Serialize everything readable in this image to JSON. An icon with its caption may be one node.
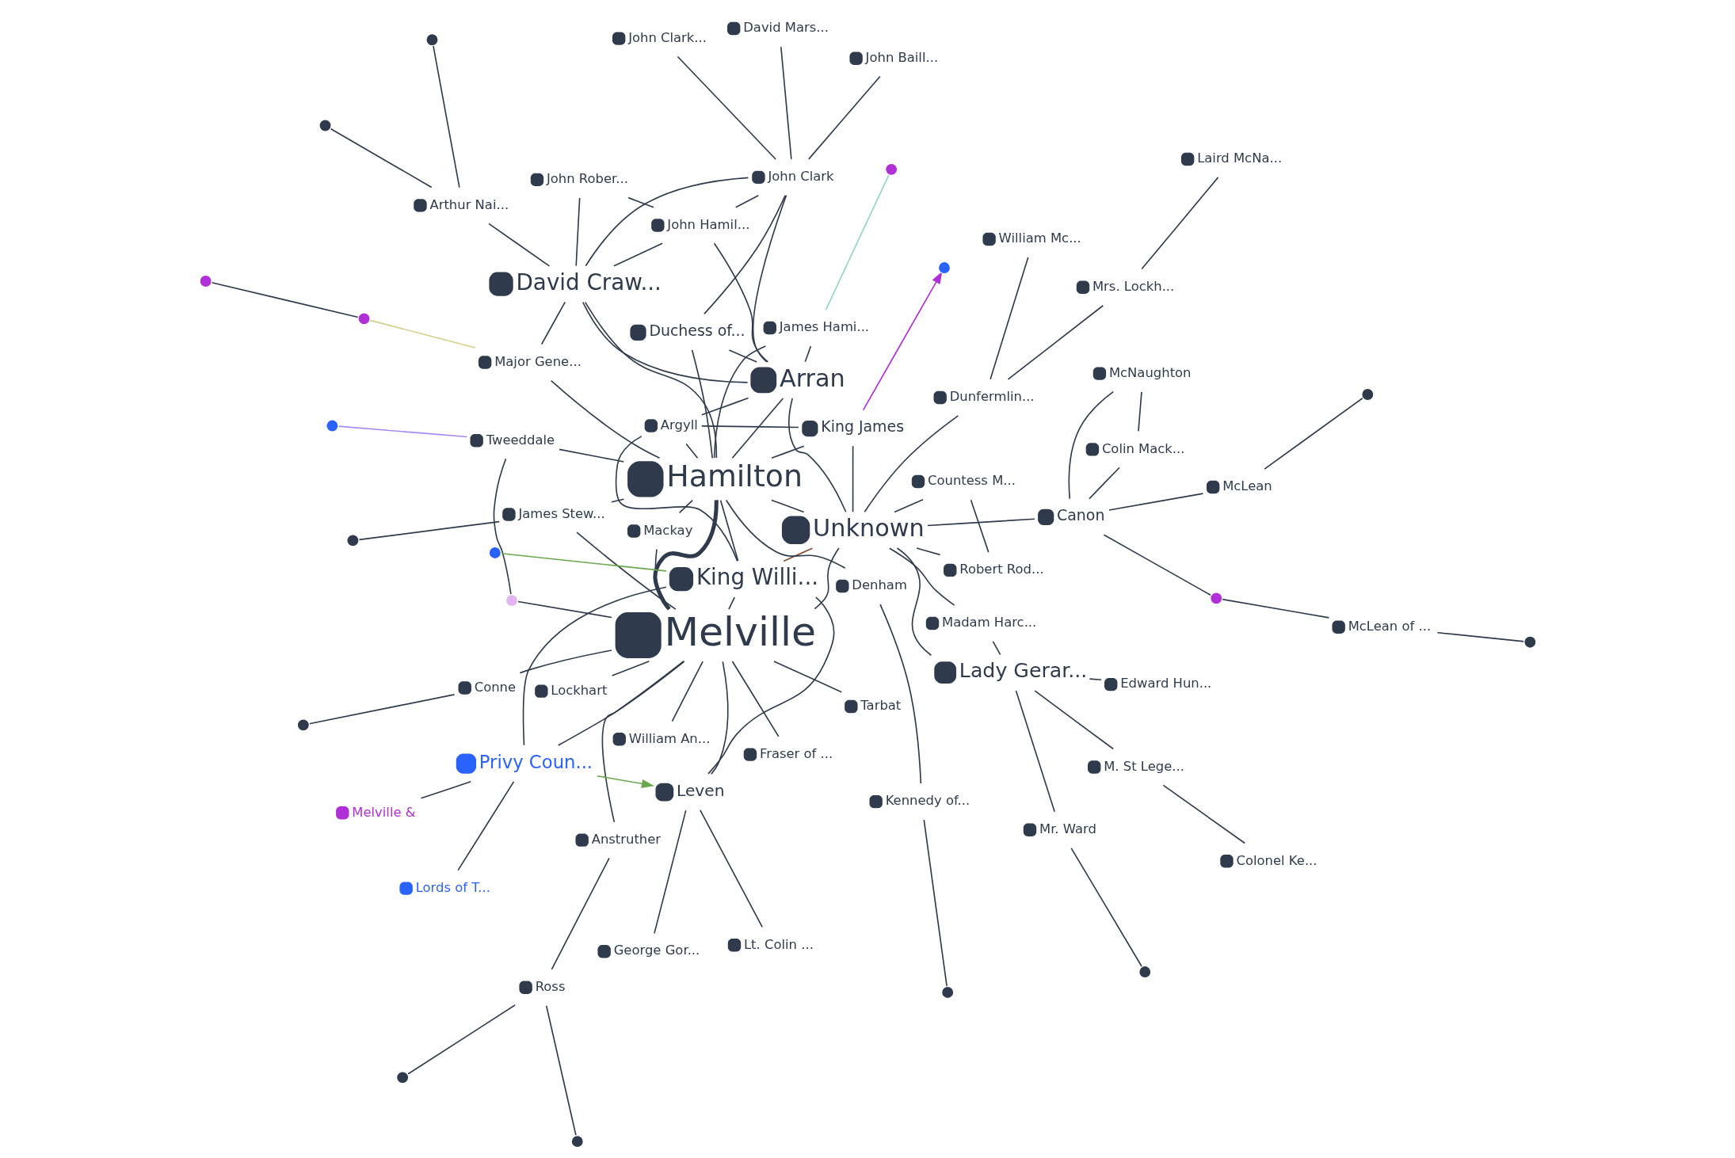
{
  "diagram": {
    "nodes": [
      {
        "text": [
          "Melville"
        ]
      },
      {
        "text": [
          "Hamilton"
        ]
      },
      {
        "text": [
          "Unknown"
        ]
      },
      {
        "text": [
          "King Willi..."
        ]
      },
      {
        "text": [
          "Arran"
        ]
      },
      {
        "text": [
          "David Craw..."
        ]
      },
      {
        "text": [
          "Privy Coun..."
        ]
      },
      {
        "text": [
          "Leven"
        ]
      },
      {
        "text": [
          "Lady Gerar..."
        ]
      },
      {
        "text": [
          "Ross"
        ]
      },
      {
        "text": [
          "Conne"
        ]
      },
      {
        "text": [
          "Anstruther"
        ]
      },
      {
        "text": [
          "Fraser of ..."
        ]
      },
      {
        "text": [
          "Kennedy of..."
        ]
      },
      {
        "text": [
          "Denham"
        ]
      },
      {
        "text": [
          "Tweeddale"
        ]
      },
      {
        "text": [
          "James Stew..."
        ]
      },
      {
        "text": [
          "Arthur Nai..."
        ]
      },
      {
        "text": [
          "Lockhart"
        ]
      },
      {
        "text": [
          "Mackay"
        ]
      },
      {
        "text": [
          "Major Gene..."
        ]
      },
      {
        "text": [
          "William An..."
        ]
      },
      {
        "text": [
          "Tarbat"
        ]
      },
      {
        "text": [
          "John Rober..."
        ]
      },
      {
        "text": [
          "Melville &"
        ]
      },
      {
        "text": [
          "Lords of T..."
        ]
      },
      {
        "text": [
          "John Hamil..."
        ]
      },
      {
        "text": [
          "Argyll"
        ]
      },
      {
        "text": [
          "James Hami..."
        ]
      },
      {
        "text": [
          "John Baill..."
        ]
      },
      {
        "text": [
          "Duchess of..."
        ]
      },
      {
        "text": [
          "John Clark"
        ]
      },
      {
        "text": [
          "John Clark..."
        ]
      },
      {
        "text": [
          "David Mars..."
        ]
      },
      {
        "text": [
          "Lt. Colin ..."
        ]
      },
      {
        "text": [
          "King James"
        ]
      },
      {
        "text": [
          "George Gor..."
        ]
      },
      {
        "text": [
          "William Mc..."
        ]
      },
      {
        "text": [
          "Countess M..."
        ]
      },
      {
        "text": [
          "Robert Rod..."
        ]
      },
      {
        "text": [
          "McNaughton"
        ]
      },
      {
        "text": [
          "Laird McNa..."
        ]
      },
      {
        "text": [
          "Canon"
        ]
      },
      {
        "text": [
          "Colin Mack..."
        ]
      },
      {
        "text": [
          "McLean"
        ]
      },
      {
        "text": [
          "Dunfermlin..."
        ]
      },
      {
        "text": [
          "Mrs. Lockh..."
        ]
      },
      {
        "text": [
          "McLean of ..."
        ]
      },
      {
        "text": [
          "Madam Harc..."
        ]
      },
      {
        "text": [
          "M. St Lege..."
        ]
      },
      {
        "text": [
          "Colonel Ke..."
        ]
      },
      {
        "text": [
          "Edward Hun..."
        ]
      },
      {
        "text": [
          "Mr. Ward"
        ]
      },
      {
        "text": [],
        "shape": "circle"
      },
      {
        "text": [],
        "shape": "circle"
      },
      {
        "text": [],
        "shape": "circle"
      },
      {
        "text": [],
        "shape": "circle"
      },
      {
        "text": [],
        "shape": "circle"
      },
      {
        "text": [],
        "shape": "circle"
      },
      {
        "text": [],
        "shape": "circle"
      },
      {
        "text": [],
        "shape": "circle"
      },
      {
        "text": [],
        "shape": "circle"
      },
      {
        "text": [],
        "shape": "circle"
      },
      {
        "text": [],
        "shape": "circle"
      },
      {
        "text": [],
        "shape": "circle"
      },
      {
        "text": [],
        "shape": "circle"
      },
      {
        "text": [],
        "shape": "circle"
      },
      {
        "text": [],
        "shape": "circle"
      },
      {
        "text": [],
        "shape": "circle"
      },
      {
        "text": [],
        "shape": "circle"
      },
      {
        "text": [],
        "shape": "circle"
      }
    ],
    "edges": [
      {
        "from": 0,
        "to": 1,
        "arrow": "none",
        "style": "thick"
      },
      {
        "from": 0,
        "to": 3,
        "arrow": "none"
      },
      {
        "from": 0,
        "to": 2,
        "arrow": "none"
      },
      {
        "from": 0,
        "to": 18,
        "arrow": "none"
      },
      {
        "from": 0,
        "to": 19,
        "arrow": "none"
      },
      {
        "from": 0,
        "to": 22,
        "arrow": "none"
      },
      {
        "from": 0,
        "to": 12,
        "arrow": "none"
      },
      {
        "from": 0,
        "to": 11,
        "arrow": "none"
      },
      {
        "from": 0,
        "to": 6,
        "arrow": "none"
      },
      {
        "from": 0,
        "to": 7,
        "arrow": "none"
      },
      {
        "from": 0,
        "to": 16,
        "arrow": "none"
      },
      {
        "from": 0,
        "to": 21,
        "arrow": "none"
      },
      {
        "from": 11,
        "to": 9,
        "arrow": "none"
      },
      {
        "from": 9,
        "to": 54,
        "arrow": "none"
      },
      {
        "from": 9,
        "to": 55,
        "arrow": "none"
      },
      {
        "from": 0,
        "to": 10,
        "arrow": "none"
      },
      {
        "from": 10,
        "to": 53,
        "arrow": "none"
      },
      {
        "from": 0,
        "to": 68,
        "arrow": "none"
      },
      {
        "from": 68,
        "to": 15,
        "arrow": "none"
      },
      {
        "from": 15,
        "to": 59,
        "arrow": "none",
        "color": "#a78bfa"
      },
      {
        "from": 15,
        "to": 1,
        "arrow": "none"
      },
      {
        "from": 13,
        "to": 56,
        "arrow": "none"
      },
      {
        "from": 13,
        "to": 14,
        "arrow": "none"
      },
      {
        "from": 14,
        "to": 1,
        "arrow": "none"
      },
      {
        "from": 16,
        "to": 60,
        "arrow": "none"
      },
      {
        "from": 16,
        "to": 1,
        "arrow": "none"
      },
      {
        "from": 1,
        "to": 2,
        "arrow": "none"
      },
      {
        "from": 1,
        "to": 4,
        "arrow": "none"
      },
      {
        "from": 1,
        "to": 5,
        "arrow": "none"
      },
      {
        "from": 1,
        "to": 3,
        "arrow": "none"
      },
      {
        "from": 1,
        "to": 27,
        "arrow": "none"
      },
      {
        "from": 1,
        "to": 28,
        "arrow": "none"
      },
      {
        "from": 1,
        "to": 35,
        "arrow": "none"
      },
      {
        "from": 1,
        "to": 30,
        "arrow": "none"
      },
      {
        "from": 1,
        "to": 20,
        "arrow": "none"
      },
      {
        "from": 1,
        "to": 19,
        "arrow": "none"
      },
      {
        "from": 20,
        "to": 61,
        "arrow": "none",
        "color": "#d4d08a"
      },
      {
        "from": 61,
        "to": 62,
        "arrow": "none"
      },
      {
        "from": 20,
        "to": 5,
        "arrow": "none"
      },
      {
        "from": 28,
        "to": 63,
        "arrow": "none",
        "color": "#8fd8c8"
      },
      {
        "from": 5,
        "to": 17,
        "arrow": "none"
      },
      {
        "from": 17,
        "to": 57,
        "arrow": "none"
      },
      {
        "from": 17,
        "to": 58,
        "arrow": "none"
      },
      {
        "from": 5,
        "to": 23,
        "arrow": "none"
      },
      {
        "from": 5,
        "to": 26,
        "arrow": "none"
      },
      {
        "from": 5,
        "to": 31,
        "arrow": "none"
      },
      {
        "from": 5,
        "to": 4,
        "arrow": "none"
      },
      {
        "from": 26,
        "to": 23,
        "arrow": "none"
      },
      {
        "from": 26,
        "to": 31,
        "arrow": "none"
      },
      {
        "from": 26,
        "to": 4,
        "arrow": "none"
      },
      {
        "from": 29,
        "to": 31,
        "arrow": "none"
      },
      {
        "from": 31,
        "to": 32,
        "arrow": "none"
      },
      {
        "from": 31,
        "to": 33,
        "arrow": "none"
      },
      {
        "from": 31,
        "to": 4,
        "arrow": "none"
      },
      {
        "from": 31,
        "to": 30,
        "arrow": "none"
      },
      {
        "from": 4,
        "to": 28,
        "arrow": "none"
      },
      {
        "from": 4,
        "to": 30,
        "arrow": "none"
      },
      {
        "from": 4,
        "to": 2,
        "arrow": "none"
      },
      {
        "from": 27,
        "to": 3,
        "arrow": "none"
      },
      {
        "from": 27,
        "to": 4,
        "arrow": "none"
      },
      {
        "from": 2,
        "to": 35,
        "arrow": "none"
      },
      {
        "from": 2,
        "to": 42,
        "arrow": "none"
      },
      {
        "from": 2,
        "to": 39,
        "arrow": "none"
      },
      {
        "from": 2,
        "to": 38,
        "arrow": "none"
      },
      {
        "from": 2,
        "to": 48,
        "arrow": "none"
      },
      {
        "from": 2,
        "to": 8,
        "arrow": "none"
      },
      {
        "from": 2,
        "to": 3,
        "arrow": "none",
        "color": "#8b4a2b"
      },
      {
        "from": 2,
        "to": 45,
        "arrow": "none"
      },
      {
        "from": 35,
        "to": 64,
        "arrow": "to",
        "color": "#b12fd6"
      },
      {
        "from": 35,
        "to": 27,
        "arrow": "none"
      },
      {
        "from": 42,
        "to": 40,
        "arrow": "none"
      },
      {
        "from": 42,
        "to": 44,
        "arrow": "none"
      },
      {
        "from": 42,
        "to": 43,
        "arrow": "none"
      },
      {
        "from": 42,
        "to": 70,
        "arrow": "none"
      },
      {
        "from": 70,
        "to": 47,
        "arrow": "none"
      },
      {
        "from": 47,
        "to": 66,
        "arrow": "none"
      },
      {
        "from": 44,
        "to": 67,
        "arrow": "none"
      },
      {
        "from": 40,
        "to": 43,
        "arrow": "none"
      },
      {
        "from": 8,
        "to": 49,
        "arrow": "none"
      },
      {
        "from": 8,
        "to": 48,
        "arrow": "none"
      },
      {
        "from": 8,
        "to": 51,
        "arrow": "none"
      },
      {
        "from": 8,
        "to": 52,
        "arrow": "none"
      },
      {
        "from": 52,
        "to": 65,
        "arrow": "none"
      },
      {
        "from": 49,
        "to": 50,
        "arrow": "none"
      },
      {
        "from": 6,
        "to": 7,
        "arrow": "to",
        "color": "#6aa84f"
      },
      {
        "from": 6,
        "to": 3,
        "arrow": "none"
      },
      {
        "from": 6,
        "to": 24,
        "arrow": "none"
      },
      {
        "from": 6,
        "to": 25,
        "arrow": "none"
      },
      {
        "from": 69,
        "to": 3,
        "arrow": "none",
        "color": "#6aa84f"
      },
      {
        "from": 7,
        "to": 3,
        "arrow": "none"
      },
      {
        "from": 7,
        "to": 34,
        "arrow": "none"
      },
      {
        "from": 7,
        "to": 36,
        "arrow": "none"
      },
      {
        "from": 37,
        "to": 45,
        "arrow": "none"
      },
      {
        "from": 41,
        "to": 46,
        "arrow": "none"
      },
      {
        "from": 46,
        "to": 45,
        "arrow": "none"
      },
      {
        "from": 38,
        "to": 39,
        "arrow": "none"
      }
    ]
  }
}
